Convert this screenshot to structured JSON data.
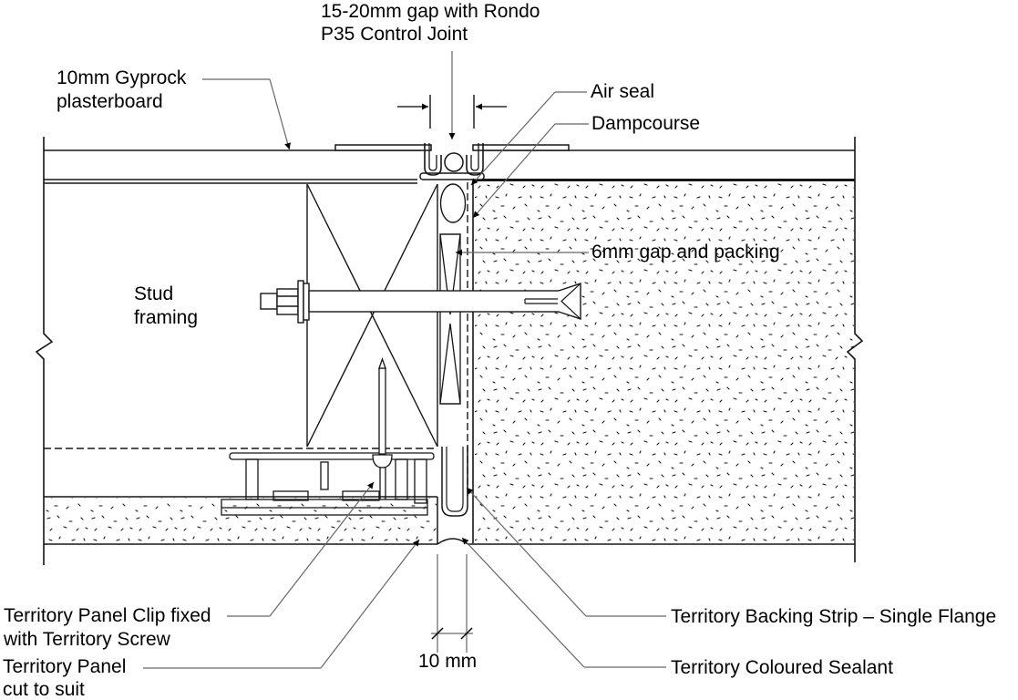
{
  "labels": {
    "control_joint": "15-20mm gap with Rondo\nP35 Control Joint",
    "plasterboard": "10mm Gyprock\nplasterboard",
    "air_seal": "Air seal",
    "dampcourse": "Dampcourse",
    "gap_packing": "6mm gap and packing",
    "stud_framing": "Stud\nframing",
    "panel_clip": "Territory Panel Clip fixed\nwith Territory Screw",
    "panel": "Territory Panel\ncut to suit",
    "backing_strip": "Territory Backing Strip – Single Flange",
    "sealant": "Territory Coloured Sealant",
    "dim_10mm": "10 mm"
  },
  "colors": {
    "line": "#161616",
    "leader": "#666666",
    "background": "#ffffff"
  }
}
